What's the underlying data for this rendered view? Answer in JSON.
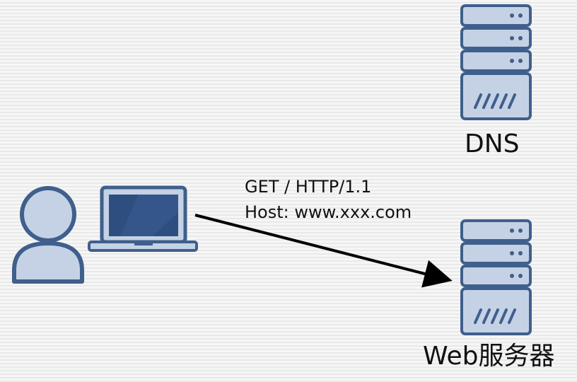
{
  "request": {
    "line1": "GET / HTTP/1.1",
    "line2": "Host: www.xxx.com"
  },
  "nodes": {
    "dns_label": "DNS",
    "web_label": "Web服务器"
  },
  "icons": {
    "user": "user-icon",
    "laptop": "laptop-icon",
    "dns_server": "server-icon",
    "web_server": "server-icon"
  },
  "colors": {
    "icon_stroke": "#3f5f8c",
    "icon_fill": "#c5d2e5",
    "screen_fill": "#2f4e80",
    "arrow": "#000000"
  }
}
